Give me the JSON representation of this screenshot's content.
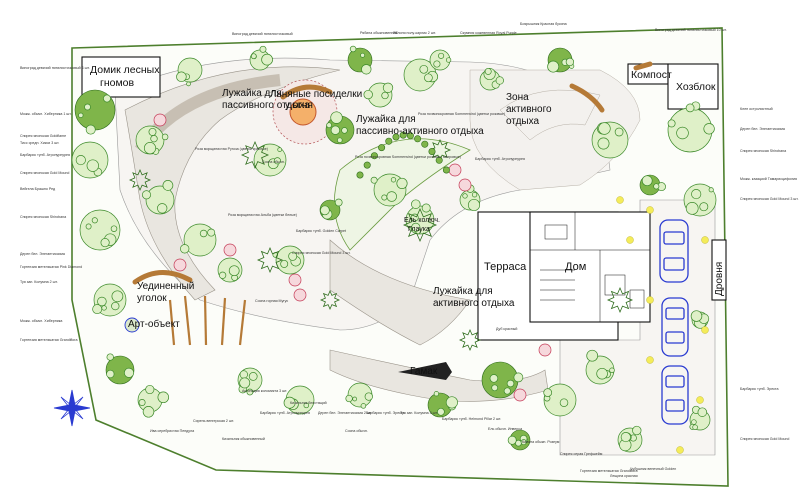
{
  "zones": {
    "gnome_house": "Домик лесных гномов",
    "passive_lawn": "Лужайка для пассивного отдыха",
    "fire_evenings": "Льняные посиделки у огня",
    "passive_active_lawn": "Лужайка для пассивно-активного отдыха",
    "active_zone": "Зона активного отдыха",
    "compost": "Компост",
    "shed": "Хозблок",
    "terrace": "Терраса",
    "house": "Дом",
    "active_lawn": "Лужайка для активного отдыха",
    "secluded_corner": "Уединенный уголок",
    "art_object": "Арт-объект",
    "hammock": "Гамак",
    "firewood": "Дровня",
    "spruce": "Ель колюч. Глаука"
  },
  "plants": {
    "grape_top": "Виноград девичий пятилисточковый",
    "grape_right": "Виноград девичий пятилисточковый 10 шт.",
    "grape_left": "Виноград девичий пятилисточковый 4 шт.",
    "juniper_left": "Можж. обычн. Хиберника 1 шт.",
    "spirea_left1": "Спирея японская Goldflame",
    "spirea_left2": "Спирея японская Gold Mound",
    "yew_left": "Тисс средн. Хикси 3 шт.",
    "barberry_left": "Барбарис тунб. Атропурпурея",
    "weigela_left": "Вейгела Брашно Ред",
    "hydrangea_left": "Гортензия метельчатая Pink Diamond",
    "thuja_left": "Туя зап. Колумна 2 шт.",
    "spirea_left3": "Спирея японская Shirobana",
    "juniper_left2": "Можж. обычн. Хиберника",
    "hydrangea_left2": "Гортензия метельчатая Grandiflora",
    "deren_left": "Дерен бел. Элегантиссима",
    "willow_bottom": "Ива серебристая Пендула",
    "lilac_bottom": "Сирень венгерская 2 шт.",
    "rose_mid": "Роза морщинистая Ругоза (цветки красные)",
    "rose_mid2": "Роза морщинистая Альба (цветки белые)",
    "barberry_mid": "Барбарис тунб. Golden Carpet",
    "spirea_mid": "Спирея японская Gold Mound 3 шт.",
    "pine_mid": "Сосна обычн.",
    "apple_top": "Яблоня полу-карлик 2 шт.",
    "smoke_top": "Скумпия кожевенная Royal Purple",
    "rowan_top": "Рябина обыкновенная",
    "hawthorn_top": "Боярышник Красная бусина",
    "rose_pa": "Роза почвопокровная Sommerwind (цветки розовые)",
    "rose_pa2": "Роза почвопокровная Sommerwind (цветки розовые, махровые)",
    "barberry_pa": "Барбарис тунб. Атропурпурея",
    "deren_right": "Дерен бел. Элегантиссима",
    "spirea_right": "Спирея японская Shirobana",
    "juniper_right": "Можж. казацкий Тамарисцифолия",
    "spirea_right2": "Спирея японская Gold Mound 3 шт.",
    "maple_right": "Клен остролистный",
    "barberry_right": "Барбарис тунб. Эректа",
    "spirea_right3": "Спирея японская Gold Mound",
    "oak_red": "Дуб красный",
    "barberry_bottom": "Барбарис тунб. Эректа",
    "pine_bottom": "Сосна обычн.",
    "thuja_bottom": "Туя зап. Колумна 3 шт.",
    "hydrangea_bottom": "Гортензия метельчатая Grandiflora",
    "hazel_bottom": "Лещина красная",
    "mock_bottom": "Чубушник венечный Golden",
    "spirea_bottom": "Спирея серая Грефшейм",
    "barberry_bottom2": "Барбарис тунб. Helmond Pillar 2 шт.",
    "spruce_bottom": "Ель обычн. Инверса",
    "deren_bottom": "Дерен бел. Элегантиссима 2 шт.",
    "kalina_bottom": "Калина обыкн. Розеум",
    "cotoneaster_bottom": "Кизильник блестящий",
    "actinidia_bottom": "Актинидия коломикта 3 шт.",
    "pine_small": "Сосна горная Мугус",
    "barberry_bottom3": "Барбарис тунб. Атропурпурея",
    "kiz_bottom": "Кизильник обыкновенный"
  },
  "colors": {
    "foliage": "#7fb54a",
    "pergola": "#b57a37",
    "cars": "#2a3bd1",
    "paving": "#e9e6e0",
    "roses": "#c43a56",
    "yellow_shrubs": "#f4ec5a"
  }
}
